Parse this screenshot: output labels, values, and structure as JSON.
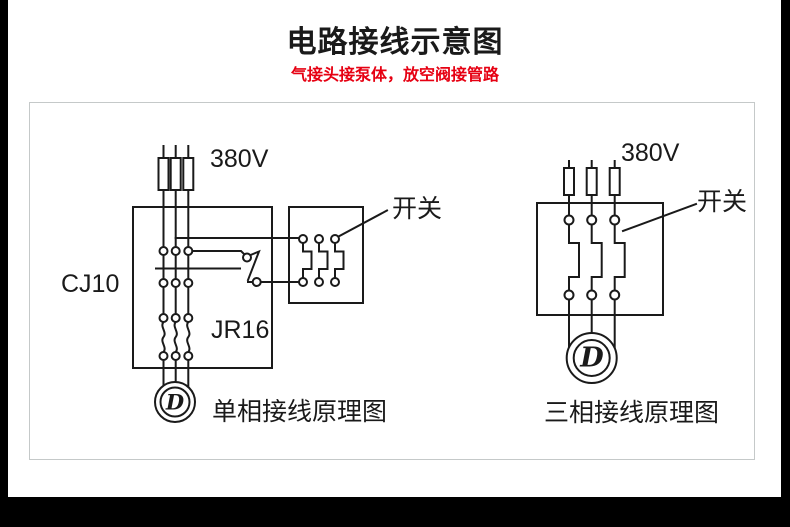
{
  "header": {
    "title": "电路接线示意图",
    "subtitle": "气接头接泵体，放空阀接管路"
  },
  "colors": {
    "line": "#1a1a1a",
    "subtitle_red": "#e60012",
    "panel_border": "#c5c9c9",
    "frame_black": "#000000"
  },
  "single_phase": {
    "voltage": "380V",
    "contactor": "CJ10",
    "thermal_relay": "JR16",
    "switch": "开关",
    "motor_letter": "D",
    "caption": "单相接线原理图"
  },
  "three_phase": {
    "voltage": "380V",
    "switch": "开关",
    "motor_letter": "D",
    "caption": "三相接线原理图"
  }
}
